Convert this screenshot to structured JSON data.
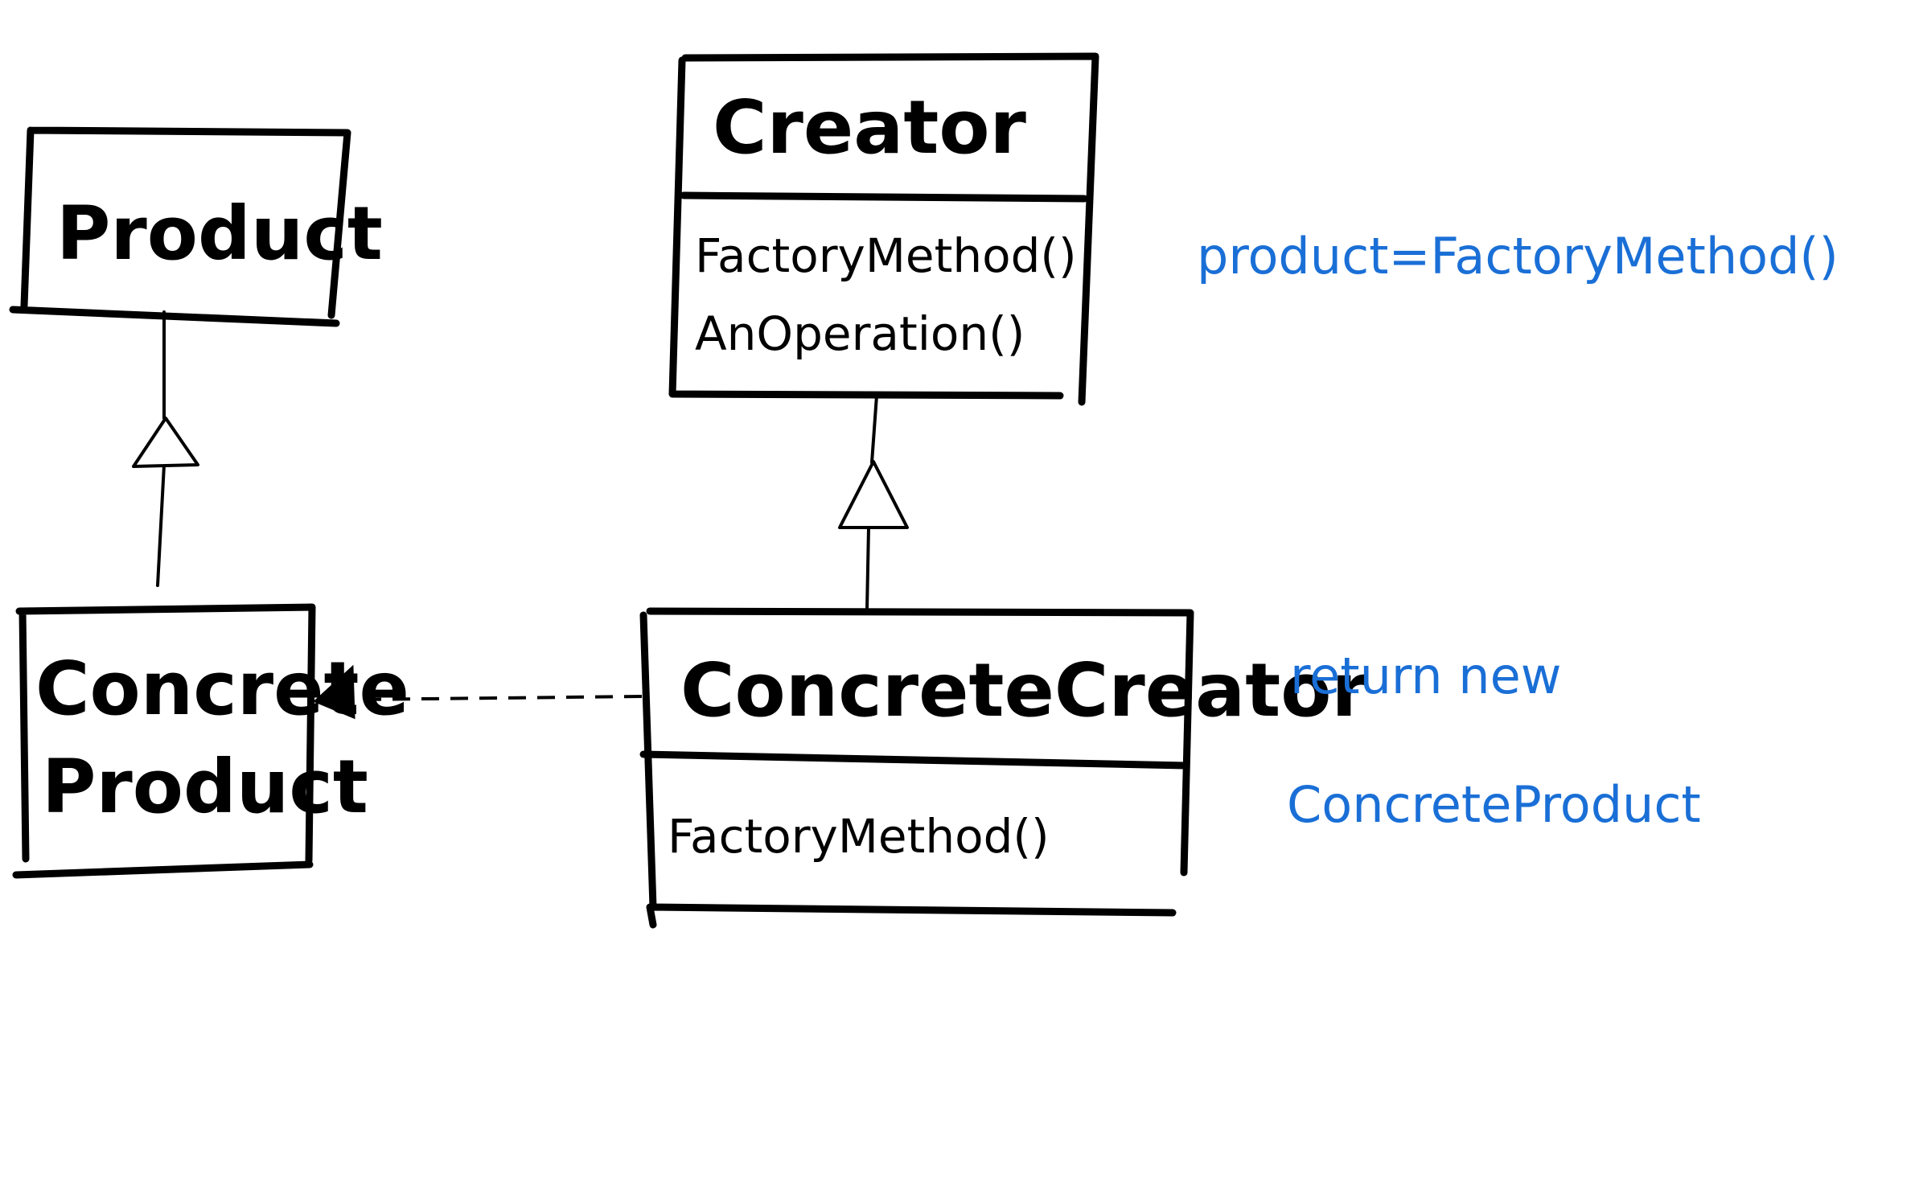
{
  "classes": {
    "product": {
      "name": "Product"
    },
    "creator": {
      "name": "Creator",
      "methods": [
        "FactoryMethod()",
        "AnOperation()"
      ]
    },
    "concrete_product": {
      "name_line1": "Concrete",
      "name_line2": "Product"
    },
    "concrete_creator": {
      "name": "ConcreteCreator",
      "methods": [
        "FactoryMethod()"
      ]
    }
  },
  "notes": {
    "creator_note": "product=FactoryMethod()",
    "concrete_creator_note_line1": "return new",
    "concrete_creator_note_line2": "ConcreteProduct"
  },
  "colors": {
    "ink": "#000000",
    "note_ink": "#1a6fd6"
  }
}
